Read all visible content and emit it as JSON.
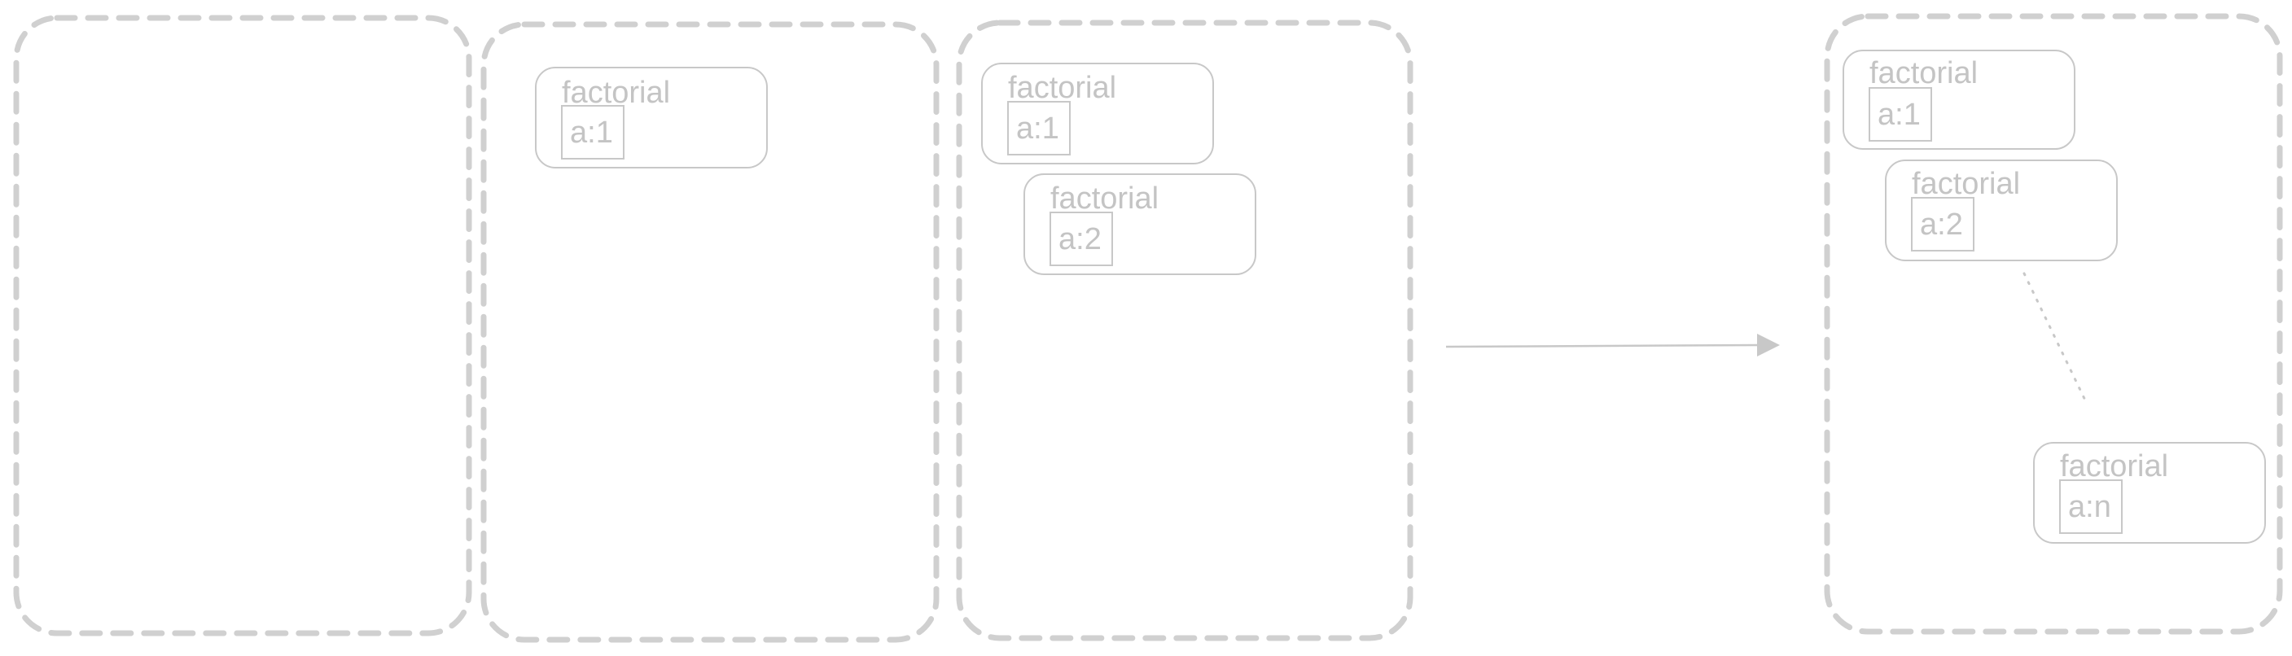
{
  "diagram": {
    "stacks": [
      {
        "calls": []
      },
      {
        "calls": [
          {
            "function": "factorial",
            "variable": "a:1"
          }
        ]
      },
      {
        "calls": [
          {
            "function": "factorial",
            "variable": "a:1"
          },
          {
            "function": "factorial",
            "variable": "a:2"
          }
        ]
      },
      {
        "calls": [
          {
            "function": "factorial",
            "variable": "a:1"
          },
          {
            "function": "factorial",
            "variable": "a:2"
          },
          {
            "function": "factorial",
            "variable": "a:n"
          }
        ]
      }
    ]
  }
}
